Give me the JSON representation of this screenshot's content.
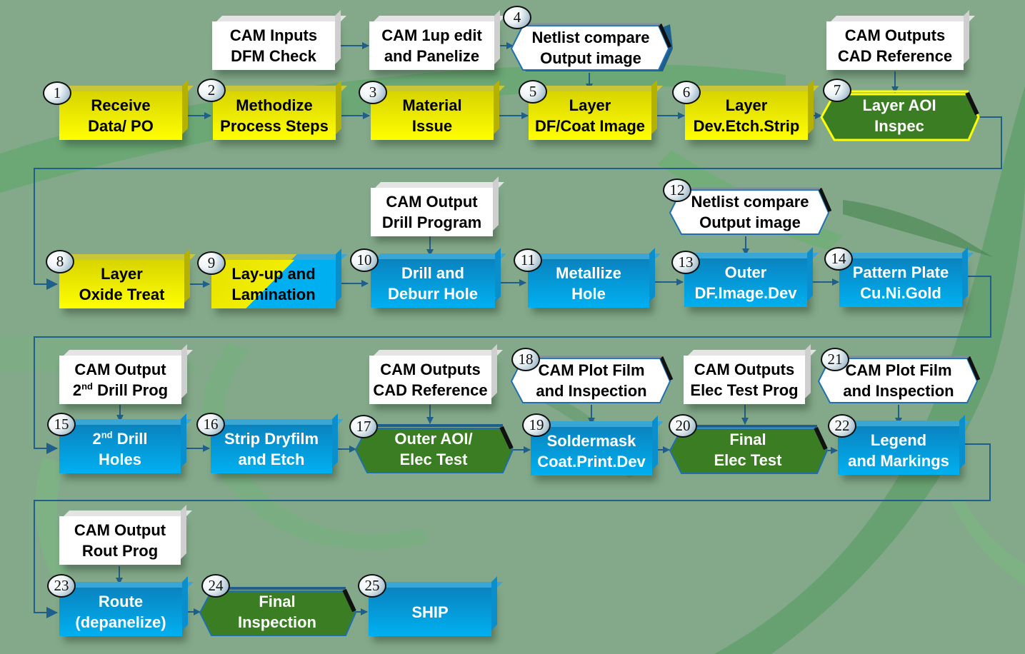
{
  "diagram": {
    "title": "PCB Fabrication Process Flow",
    "colors": {
      "background": "#84a98a",
      "process_yellow": "#ffff00",
      "process_blue": "#00b0f0",
      "inspection_green": "#3a7d22",
      "cam_white": "#ffffff",
      "connector": "#1f5f8b"
    },
    "steps": [
      {
        "id": 1,
        "label": "Receive\nData/ PO",
        "style": "yellow-box"
      },
      {
        "id": 2,
        "label": "Methodize\nProcess Steps",
        "style": "yellow-box"
      },
      {
        "id": 3,
        "label": "Material\nIssue",
        "style": "yellow-box"
      },
      {
        "id": 4,
        "label": "Netlist compare\nOutput image",
        "style": "white-hexagon"
      },
      {
        "id": 5,
        "label": "Layer\nDF/Coat Image",
        "style": "yellow-box"
      },
      {
        "id": 6,
        "label": "Layer\nDev.Etch.Strip",
        "style": "yellow-box"
      },
      {
        "id": 7,
        "label": "Layer AOI\nInspec",
        "style": "green-hexagon"
      },
      {
        "id": 8,
        "label": "Layer\nOxide Treat",
        "style": "yellow-box"
      },
      {
        "id": 9,
        "label": "Lay-up and\nLamination",
        "style": "yellow-blue-box"
      },
      {
        "id": 10,
        "label": "Drill and\nDeburr Hole",
        "style": "blue-box"
      },
      {
        "id": 11,
        "label": "Metallize\nHole",
        "style": "blue-box"
      },
      {
        "id": 12,
        "label": "Netlist compare\nOutput image",
        "style": "white-hexagon"
      },
      {
        "id": 13,
        "label": "Outer\nDF.Image.Dev",
        "style": "blue-box"
      },
      {
        "id": 14,
        "label": "Pattern Plate\nCu.Ni.Gold",
        "style": "blue-box"
      },
      {
        "id": 15,
        "label_pre": "2",
        "label_sup": "nd",
        "label_post": " Drill\nHoles",
        "style": "blue-box"
      },
      {
        "id": 16,
        "label": "Strip Dryfilm\nand Etch",
        "style": "blue-box"
      },
      {
        "id": 17,
        "label": "Outer AOI/\nElec Test",
        "style": "green-hexagon"
      },
      {
        "id": 18,
        "label": "CAM Plot Film\nand Inspection",
        "style": "white-hexagon"
      },
      {
        "id": 19,
        "label": "Soldermask\nCoat.Print.Dev",
        "style": "blue-box"
      },
      {
        "id": 20,
        "label": "Final\nElec Test",
        "style": "green-hexagon"
      },
      {
        "id": 21,
        "label": "CAM Plot Film\nand Inspection",
        "style": "white-hexagon"
      },
      {
        "id": 22,
        "label": "Legend\nand Markings",
        "style": "blue-box"
      },
      {
        "id": 23,
        "label": "Route\n(depanelize)",
        "style": "blue-box"
      },
      {
        "id": 24,
        "label": "Final\nInspection",
        "style": "green-hexagon"
      },
      {
        "id": 25,
        "label": "SHIP",
        "style": "blue-box"
      }
    ],
    "cam_boxes": {
      "inputs_dfm": "CAM Inputs\nDFM Check",
      "oneup_panelize": "CAM 1up edit\nand Panelize",
      "outputs_cad_ref_1": "CAM Outputs\nCAD Reference",
      "output_drill": "CAM Output\nDrill Program",
      "output_2nd_drill_pre": "CAM Output\n2",
      "output_2nd_drill_sup": "nd",
      "output_2nd_drill_post": " Drill Prog",
      "outputs_cad_ref_2": "CAM Outputs\nCAD Reference",
      "outputs_elec_test": "CAM Outputs\nElec Test Prog",
      "output_rout": "CAM Output\nRout Prog"
    }
  }
}
